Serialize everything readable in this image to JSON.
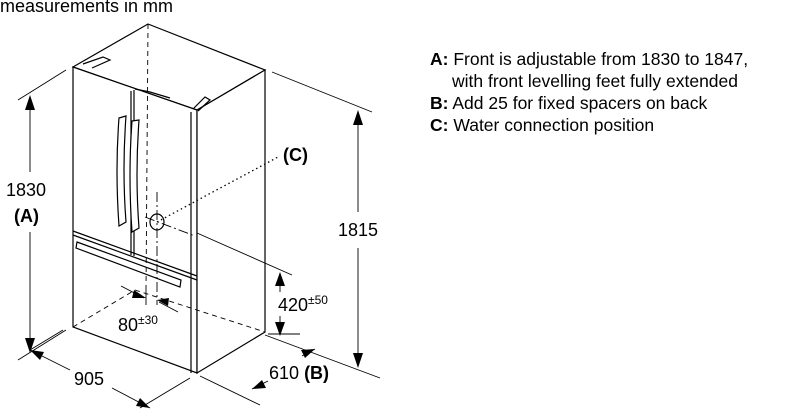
{
  "title": "measurements in mm",
  "dimensions": {
    "height_total": "1830",
    "height_total_ref": "(A)",
    "height_body": "1815",
    "width": "905",
    "depth": "610",
    "depth_ref": "(B)",
    "water_height": "420",
    "water_height_tol": "±50",
    "water_offset": "80",
    "water_offset_tol": "±30",
    "water_label": "(C)"
  },
  "notes": [
    {
      "key": "A:",
      "text": "Front is adjustable from 1830 to 1847,",
      "cont": "with front levelling feet fully extended"
    },
    {
      "key": "B:",
      "text": "Add 25 for fixed spacers on back"
    },
    {
      "key": "C:",
      "text": "Water connection position"
    }
  ]
}
